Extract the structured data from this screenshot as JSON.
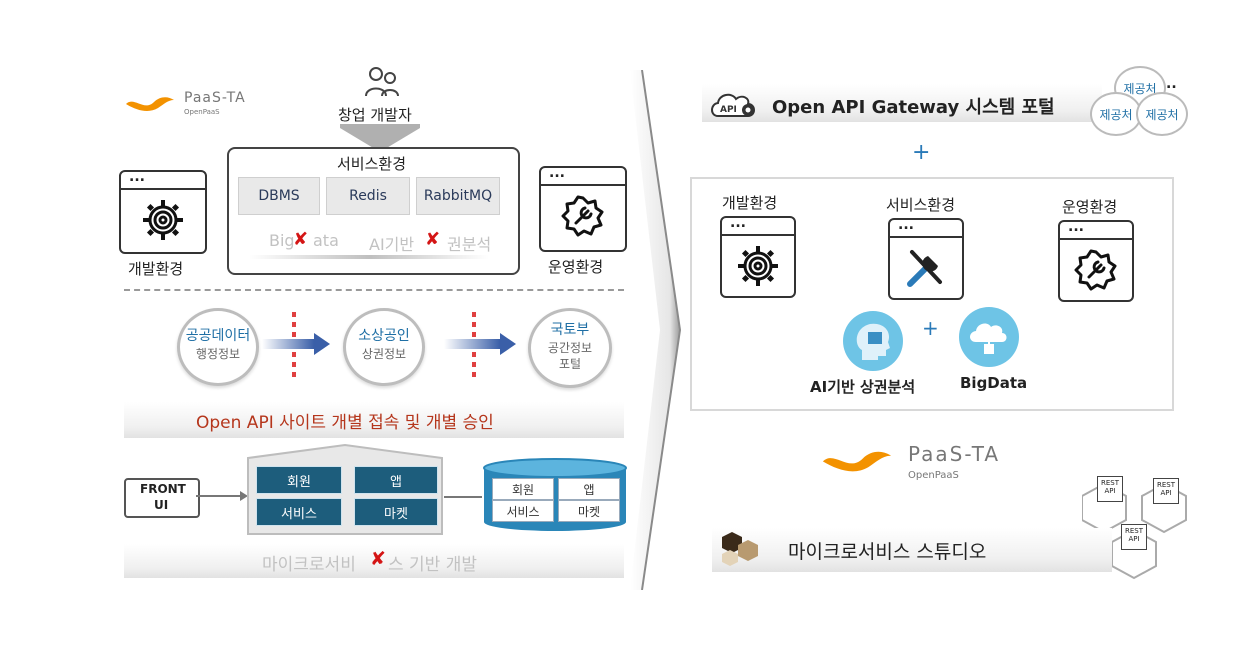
{
  "left": {
    "paas_logo": {
      "name": "PaaS-TA",
      "sub": "OpenPaaS"
    },
    "startup_dev": {
      "label": "창업 개발자"
    },
    "service_env": {
      "title": "서비스환경",
      "buttons": [
        "DBMS",
        "Redis",
        "RabbitMQ"
      ],
      "faded_left": "Big",
      "faded_left2": "ata",
      "faded_right_a": "AI기반",
      "faded_right_b": "권분석"
    },
    "dev_env_label": "개발환경",
    "ops_env_label": "운영환경",
    "window_dots": "...",
    "flow": [
      {
        "line1": "공공데이터",
        "line2": "행정정보"
      },
      {
        "line1": "소상공인",
        "line2": "상권정보"
      },
      {
        "line1": "국토부",
        "line2": "공간정보",
        "line3": "포털"
      }
    ],
    "open_api_line": "Open API 사이트 개별 접속 및 개별 승인",
    "front_ui": {
      "line1": "FRONT",
      "line2": "UI"
    },
    "app_grid": [
      "회원",
      "앱",
      "서비스",
      "마켓"
    ],
    "db_grid": [
      "회원",
      "앱",
      "서비스",
      "마켓"
    ],
    "micro_faded_a": "마이크로서비",
    "micro_faded_b": "스 기반 개발"
  },
  "right": {
    "gateway_title": "Open API Gateway 시스템 포털",
    "api_icon_text": "API",
    "providers": [
      "제공처",
      "제공처",
      "제공처"
    ],
    "providers_more": "..",
    "plus": "+",
    "envs": [
      "개발환경",
      "서비스환경",
      "운영환경"
    ],
    "ai_label": "AI기반 상권분석",
    "bigdata_label": "BigData",
    "paas_logo": {
      "name": "PaaS-TA",
      "sub": "OpenPaaS"
    },
    "rest_api": [
      "REST\nAPI",
      "REST\nAPI",
      "REST\nAPI"
    ],
    "micro_studio": "마이크로서비스 스튜디오"
  },
  "colors": {
    "accent_orange": "#f39200",
    "teal": "#1d5d7c",
    "blue_arrow": "#3a5fa8",
    "red_text": "#b5361c"
  }
}
